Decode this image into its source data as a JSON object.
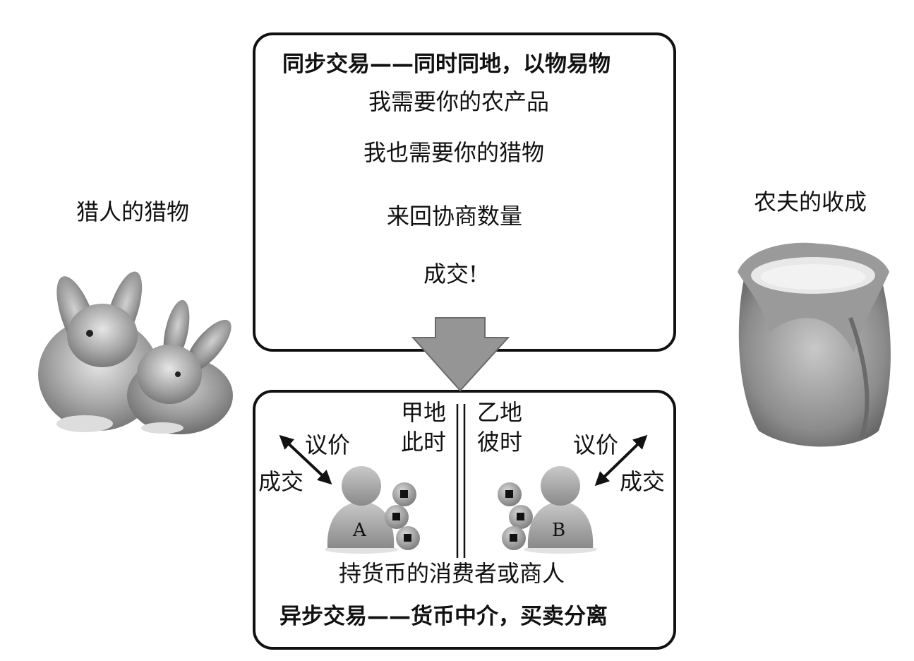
{
  "left_label": "猎人的猎物",
  "right_label": "农夫的收成",
  "top_box": {
    "title": "同步交易——同时同地，以物易物",
    "lines": [
      "我需要你的农产品",
      "我也需要你的猎物",
      "来回协商数量",
      "成交!"
    ]
  },
  "bottom_box": {
    "left_place": [
      "甲地",
      "此时"
    ],
    "right_place": [
      "乙地",
      "彼时"
    ],
    "left_actions": [
      "议价",
      "成交"
    ],
    "right_actions": [
      "议价",
      "成交"
    ],
    "person_a": "A",
    "person_b": "B",
    "caption": "持货币的消费者或商人",
    "title": "异步交易——货币中介，买卖分离"
  },
  "icons": {
    "left_image": "rabbits-photo",
    "right_image": "grain-sack-photo",
    "down_arrow": "down-arrow-icon",
    "coins": "coin-icon"
  }
}
